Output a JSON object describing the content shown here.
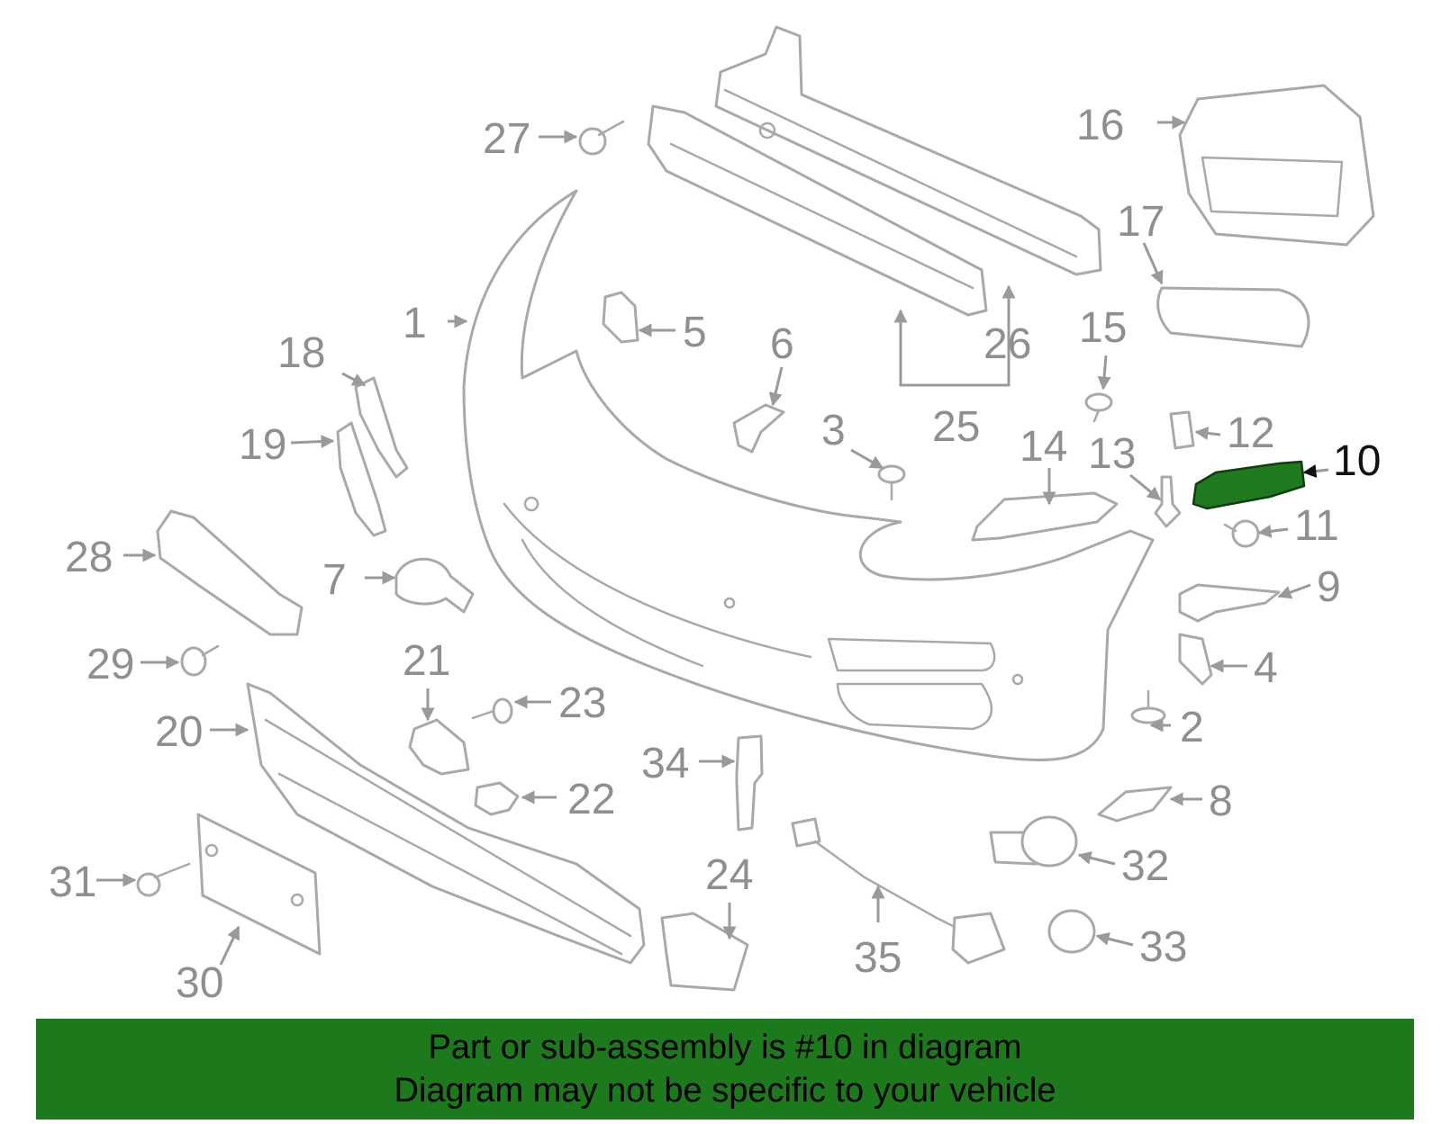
{
  "diagram": {
    "highlighted_part": "10",
    "highlight_color": "#1c7a1c",
    "line_color": "#a9a9a9",
    "callouts": {
      "c1": "1",
      "c2": "2",
      "c3": "3",
      "c4": "4",
      "c5": "5",
      "c6": "6",
      "c7": "7",
      "c8": "8",
      "c9": "9",
      "c10": "10",
      "c11": "11",
      "c12": "12",
      "c13": "13",
      "c14": "14",
      "c15": "15",
      "c16": "16",
      "c17": "17",
      "c18": "18",
      "c19": "19",
      "c20": "20",
      "c21": "21",
      "c22": "22",
      "c23": "23",
      "c24": "24",
      "c25": "25",
      "c26": "26",
      "c27": "27",
      "c28": "28",
      "c29": "29",
      "c30": "30",
      "c31": "31",
      "c32": "32",
      "c33": "33",
      "c34": "34",
      "c35": "35"
    }
  },
  "banner": {
    "line1": "Part or sub-assembly is #10 in diagram",
    "line2": "Diagram may not be specific to your vehicle"
  }
}
